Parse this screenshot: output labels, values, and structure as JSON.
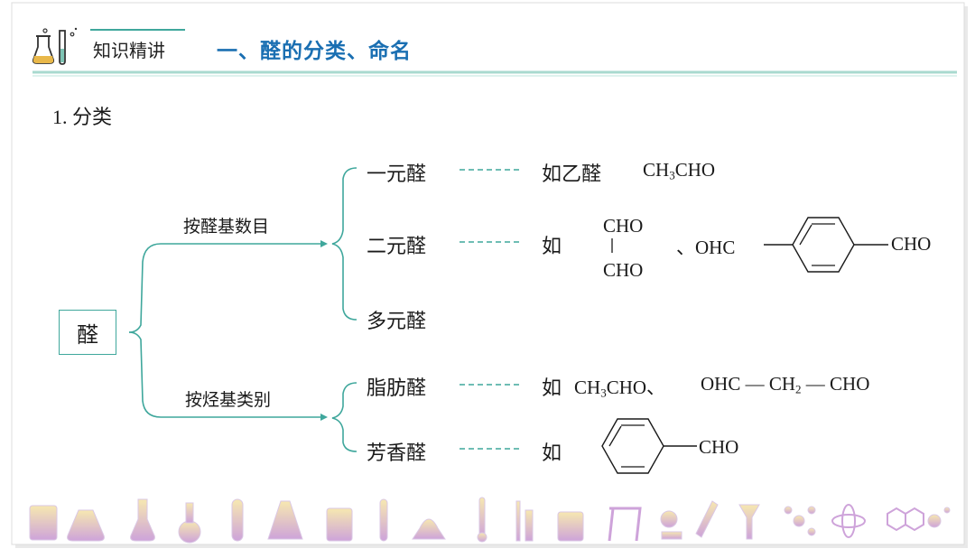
{
  "header": {
    "tag": "知识精讲",
    "title": "一、醛的分类、命名"
  },
  "section": {
    "heading": "1. 分类"
  },
  "tree": {
    "root": "醛",
    "criteria": [
      {
        "label": "按醛基数目"
      },
      {
        "label": "按烃基类别"
      }
    ],
    "categories": [
      {
        "name": "一元醛"
      },
      {
        "name": "二元醛"
      },
      {
        "name": "多元醛"
      },
      {
        "name": "脂肪醛"
      },
      {
        "name": "芳香醛"
      }
    ]
  },
  "examples": {
    "prefix": "如",
    "monoaldehyde": {
      "name": "如乙醛",
      "formula_a": "CH",
      "formula_sub": "3",
      "formula_b": "CHO"
    },
    "dialdehyde": {
      "top": "CHO",
      "bottom": "CHO",
      "separator": "、OHC",
      "end": "CHO"
    },
    "aliphatic": {
      "part1": "CH",
      "sub1": "3",
      "part2": "CHO、",
      "part3": "OHC — CH",
      "sub2": "2",
      "part4": " — CHO"
    },
    "aromatic": {
      "end": "CHO"
    }
  },
  "colors": {
    "accent": "#3fa79c",
    "title": "#1a6fb2",
    "lab_icons": "#c9a3d8"
  }
}
